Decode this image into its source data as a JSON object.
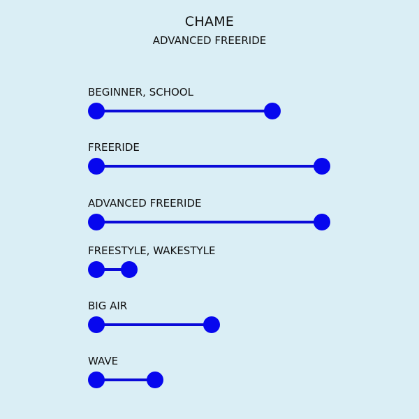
{
  "board": {
    "name": "CHAME",
    "type": "ADVANCED FREERIDE"
  },
  "colors": {
    "background": "#daeef5",
    "range": "#0707ee"
  },
  "categories": [
    {
      "label": "BEGINNER, SCHOOL",
      "range": [
        0.0,
        0.75
      ]
    },
    {
      "label": "FREERIDE",
      "range": [
        0.0,
        0.96
      ]
    },
    {
      "label": "ADVANCED FREERIDE",
      "range": [
        0.0,
        0.96
      ]
    },
    {
      "label": "FREESTYLE, WAKESTYLE",
      "range": [
        0.0,
        0.14
      ]
    },
    {
      "label": "BIG AIR",
      "range": [
        0.0,
        0.49
      ]
    },
    {
      "label": "WAVE",
      "range": [
        0.0,
        0.25
      ]
    }
  ]
}
